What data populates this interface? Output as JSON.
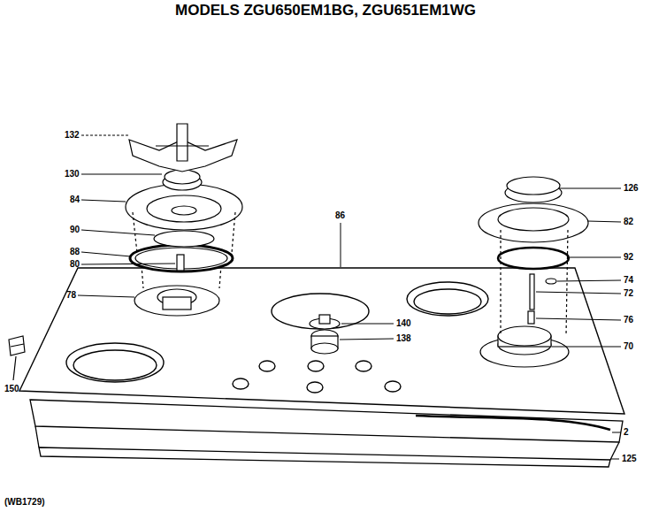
{
  "diagram": {
    "title": "MODELS ZGU650EM1BG, ZGU651EM1WG",
    "labels": [
      "132",
      "130",
      "84",
      "90",
      "88",
      "80",
      "78",
      "86",
      "126",
      "82",
      "92",
      "74",
      "72",
      "76",
      "70",
      "140",
      "138",
      "150",
      "2",
      "125",
      "(WB1729)"
    ]
  }
}
